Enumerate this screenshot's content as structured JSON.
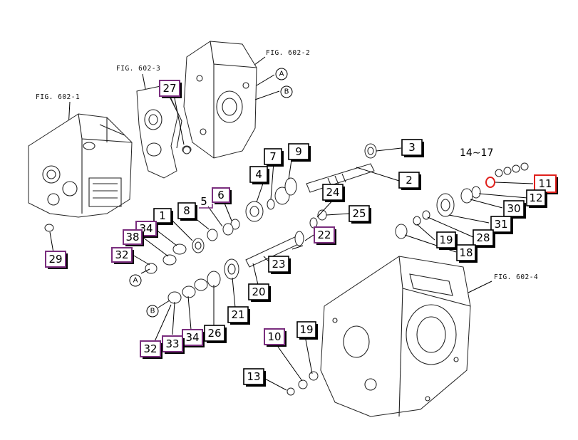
{
  "figure_refs": {
    "fig1": "FIG. 602-1",
    "fig2": "FIG. 602-2",
    "fig3": "FIG. 602-3",
    "fig4": "FIG. 602-4"
  },
  "range_label": "14∼17",
  "connectors": {
    "a": "A",
    "b": "B"
  },
  "callouts": {
    "c1": "1",
    "c2": "2",
    "c3": "3",
    "c4": "4",
    "c5": "5",
    "c6": "6",
    "c7": "7",
    "c8": "8",
    "c9": "9",
    "c10": "10",
    "c11": "11",
    "c12": "12",
    "c13": "13",
    "c18": "18",
    "c19a": "19",
    "c19b": "19",
    "c20": "20",
    "c21": "21",
    "c22": "22",
    "c23": "23",
    "c24": "24",
    "c25": "25",
    "c26": "26",
    "c27": "27",
    "c28": "28",
    "c29": "29",
    "c30": "30",
    "c31": "31",
    "c32a": "32",
    "c32b": "32",
    "c33": "33",
    "c34a": "34",
    "c34b": "34",
    "c38": "38"
  },
  "colors": {
    "ink": "#000000",
    "highlight_purple": "#7a2e7e",
    "highlight_red": "#e0201c"
  }
}
